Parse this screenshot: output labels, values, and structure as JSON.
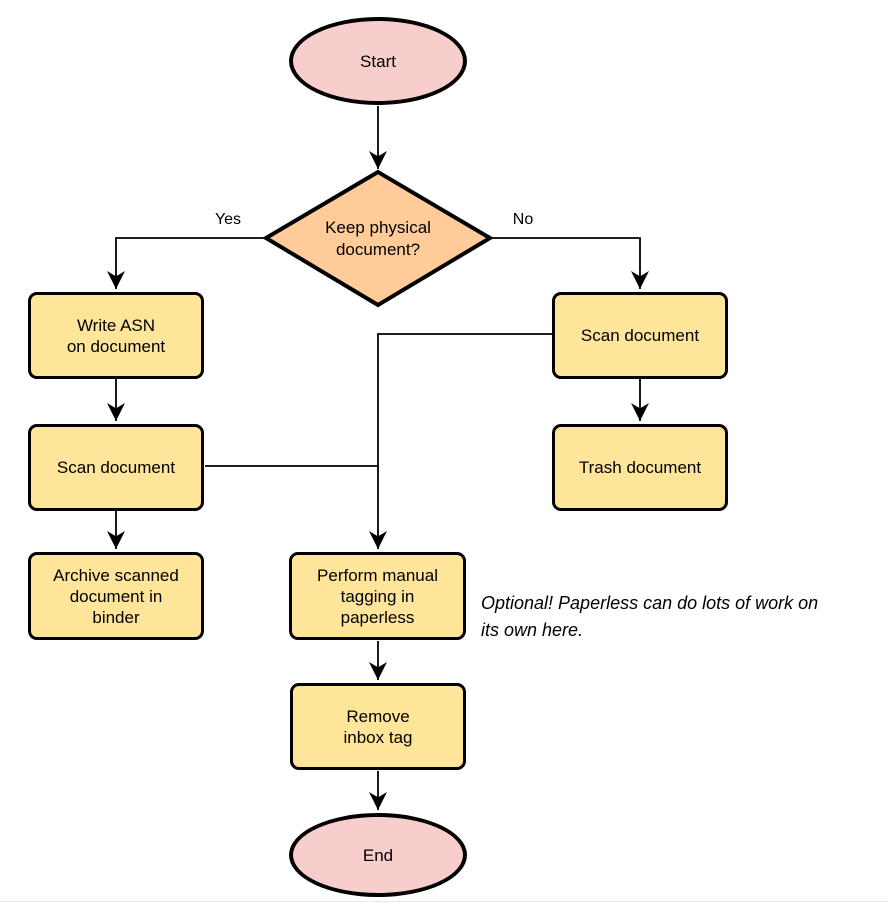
{
  "diagram": {
    "type": "flowchart",
    "nodes": {
      "start": {
        "label": "Start",
        "shape": "terminator"
      },
      "decision": {
        "label": "Keep physical\ndocument?",
        "shape": "decision"
      },
      "write_asn": {
        "label": "Write ASN\non document",
        "shape": "process"
      },
      "scan_left": {
        "label": "Scan document",
        "shape": "process"
      },
      "archive": {
        "label": "Archive scanned\ndocument in\nbinder",
        "shape": "process"
      },
      "scan_right": {
        "label": "Scan document",
        "shape": "process"
      },
      "trash": {
        "label": "Trash document",
        "shape": "process"
      },
      "tagging": {
        "label": "Perform manual\ntagging in\npaperless",
        "shape": "process"
      },
      "remove_inbox": {
        "label": "Remove\ninbox tag",
        "shape": "process"
      },
      "end": {
        "label": "End",
        "shape": "terminator"
      }
    },
    "edge_labels": {
      "yes": "Yes",
      "no": "No"
    },
    "annotation": "Optional! Paperless can do lots of work on\nits own here.",
    "colors": {
      "terminator_fill": "#F8CECC",
      "decision_fill": "#FFCB99",
      "process_fill": "#FFE59A",
      "stroke": "#000000",
      "background": "#FFFFFF"
    }
  }
}
